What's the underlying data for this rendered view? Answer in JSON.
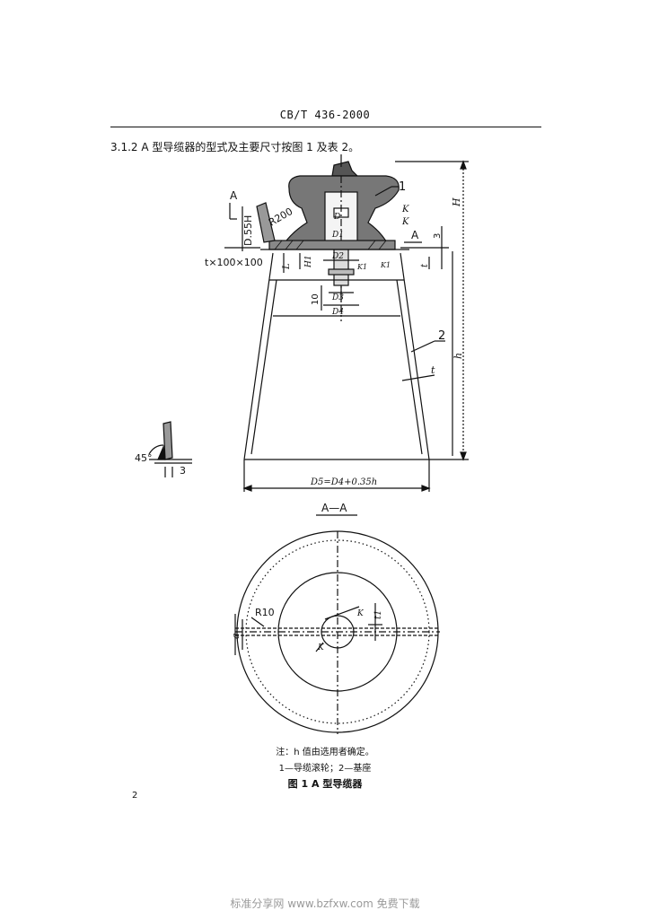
{
  "header": {
    "standard_no": "CB/T 436-2000"
  },
  "clause": {
    "text": "3.1.2  A 型导缆器的型式及主要尺寸按图 1 及表 2。"
  },
  "drawing": {
    "labels": {
      "section_mark": "A",
      "thickness_D": "D.55H",
      "radius_R200": "R200",
      "plate": "t×100×100",
      "part_1": "1",
      "part_2": "2",
      "dim_H": "H",
      "dim_h": "h",
      "dim_t": "t",
      "dim_L": "L",
      "dim_H1": "H1",
      "dim_D": "D",
      "dim_D1": "D1",
      "dim_D2": "D2",
      "dim_D3": "D3",
      "dim_D4": "D4",
      "dim_10": "10",
      "dim_3": "3",
      "dim_K": "K",
      "dim_K1": "K1",
      "dim_bottom": "D5=D4+0.35h",
      "weld_angle": "45°",
      "weld_gap": "3",
      "section_title": "A—A",
      "radius_R10": "R10",
      "dim_a": "a",
      "dim_t1": "t1"
    }
  },
  "note": "注：h 值由选用者确定。",
  "legend": "1—导缆滚轮；2—基座",
  "figure_caption": "图 1   A 型导缆器",
  "page_number": "2",
  "watermark": "标准分享网 www.bzfxw.com 免费下载"
}
